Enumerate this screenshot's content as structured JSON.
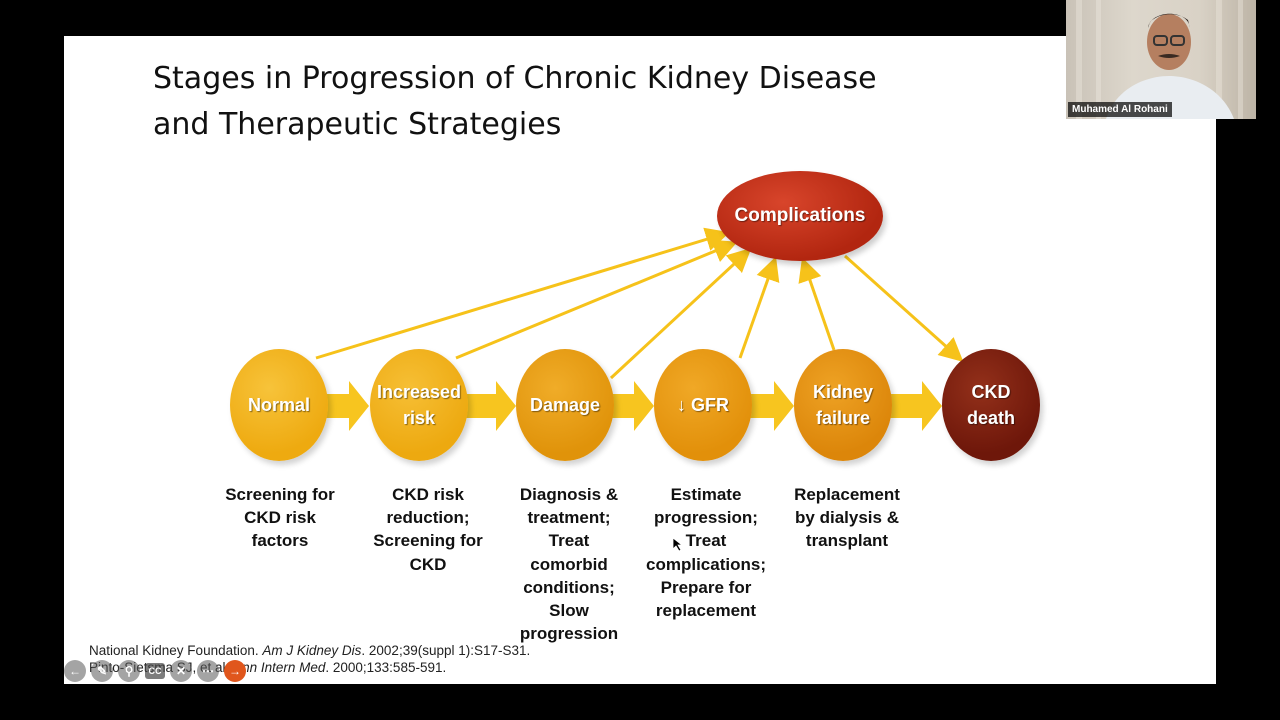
{
  "slide": {
    "title_line1": "Stages in Progression of Chronic Kidney Disease",
    "title_line2": "and Therapeutic Strategies",
    "complications_label": "Complications",
    "stages": [
      {
        "label": "Normal",
        "color": "#f2b01c"
      },
      {
        "label": "Increased risk",
        "color": "#f1ab18"
      },
      {
        "label": "Damage",
        "color": "#e69a0d"
      },
      {
        "label": "↓ GFR",
        "color": "#e8960d"
      },
      {
        "label": "Kidney failure",
        "color": "#e08a0a"
      },
      {
        "label": "CKD death",
        "color": "#7d1d0c"
      }
    ],
    "strategies": [
      "Screening for CKD risk factors",
      "CKD risk reduction; Screening for CKD",
      "Diagnosis & treatment; Treat comorbid conditions; Slow progression",
      "Estimate progression; Treat complications; Prepare for replacement",
      "Replacement by dialysis & transplant"
    ],
    "references": [
      {
        "pre": "National Kidney Foundation. ",
        "journal": "Am J Kidney Dis",
        "post": ". 2002;39(suppl 1):S17-S31."
      },
      {
        "pre": "Pinto-Sietsma SJ, et al. ",
        "journal": "Ann Intern Med",
        "post": ". 2000;133:585-591."
      }
    ]
  },
  "colors": {
    "arrow": "#f6c21a",
    "complications": "#b8290f"
  },
  "toolbar": {
    "icons": [
      "back-arrow-icon",
      "pen-icon",
      "zoom-icon",
      "captions-icon",
      "pointer-off-icon",
      "more-icon",
      "forward-arrow-icon"
    ]
  },
  "video": {
    "participant_name": "Muhamed Al Rohani"
  }
}
